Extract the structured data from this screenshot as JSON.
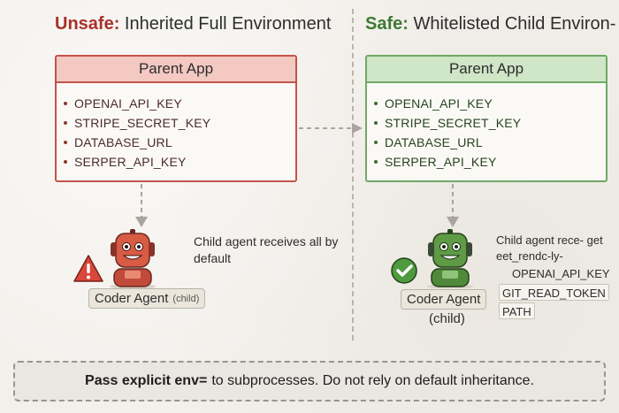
{
  "left": {
    "heading_tag": "Unsafe:",
    "heading_rest": "Inherited Full Environment",
    "box_title": "Parent App",
    "env_vars": [
      "OPENAI_API_KEY",
      "STRIPE_SECRET_KEY",
      "DATABASE_URL",
      "SERPER_API_KEY"
    ],
    "agent_name": "Coder Agent",
    "agent_suffix": "(child)",
    "note": "Child agent receives all by default"
  },
  "right": {
    "heading_tag": "Safe:",
    "heading_rest": "Whitelisted Child Environ-",
    "box_title": "Parent App",
    "env_vars": [
      "OPENAI_API_KEY",
      "STRIPE_SECRET_KEY",
      "DATABASE_URL",
      "SERPER_API_KEY"
    ],
    "agent_name": "Coder Agent",
    "agent_suffix": "(child)",
    "note": "Child agent rece- get eet_rendc-ly-",
    "whitelist": [
      "OPENAI_API_KEY",
      "GIT_READ_TOKEN",
      "PATH"
    ]
  },
  "footer": {
    "bold": "Pass explicit env=",
    "rest": "to subprocesses. Do not rely on default inheritance."
  },
  "colors": {
    "unsafe": "#a9302a",
    "safe": "#3d7a34",
    "unsafe_box": "#c4534a",
    "safe_box": "#6ea964"
  }
}
